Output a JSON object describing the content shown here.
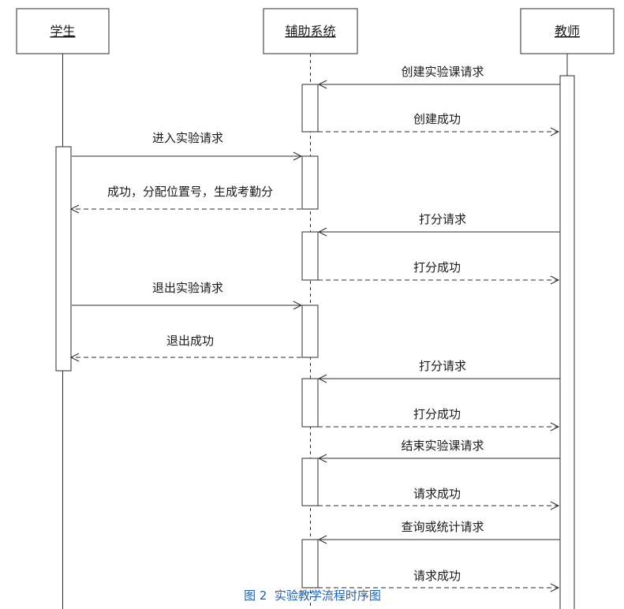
{
  "participants": [
    {
      "id": "student",
      "label": "学生"
    },
    {
      "id": "system",
      "label": "辅助系统"
    },
    {
      "id": "teacher",
      "label": "教师"
    }
  ],
  "messages": [
    {
      "from": "teacher",
      "to": "system",
      "label": "创建实验课请求",
      "kind": "sync"
    },
    {
      "from": "system",
      "to": "teacher",
      "label": "创建成功",
      "kind": "reply"
    },
    {
      "from": "student",
      "to": "system",
      "label": "进入实验请求",
      "kind": "sync"
    },
    {
      "from": "system",
      "to": "student",
      "label": "成功，分配位置号，生成考勤分",
      "kind": "reply"
    },
    {
      "from": "teacher",
      "to": "system",
      "label": "打分请求",
      "kind": "sync"
    },
    {
      "from": "system",
      "to": "teacher",
      "label": "打分成功",
      "kind": "reply"
    },
    {
      "from": "student",
      "to": "system",
      "label": "退出实验请求",
      "kind": "sync"
    },
    {
      "from": "system",
      "to": "student",
      "label": "退出成功",
      "kind": "reply"
    },
    {
      "from": "teacher",
      "to": "system",
      "label": "打分请求",
      "kind": "sync"
    },
    {
      "from": "system",
      "to": "teacher",
      "label": "打分成功",
      "kind": "reply"
    },
    {
      "from": "teacher",
      "to": "system",
      "label": "结束实验课请求",
      "kind": "sync"
    },
    {
      "from": "system",
      "to": "teacher",
      "label": "请求成功",
      "kind": "reply"
    },
    {
      "from": "teacher",
      "to": "system",
      "label": "查询或统计请求",
      "kind": "sync"
    },
    {
      "from": "system",
      "to": "teacher",
      "label": "请求成功",
      "kind": "reply"
    }
  ],
  "caption": "图 2  实验教学流程时序图",
  "colors": {
    "line": "#2b2b2b",
    "caption": "#1f5fa8"
  }
}
